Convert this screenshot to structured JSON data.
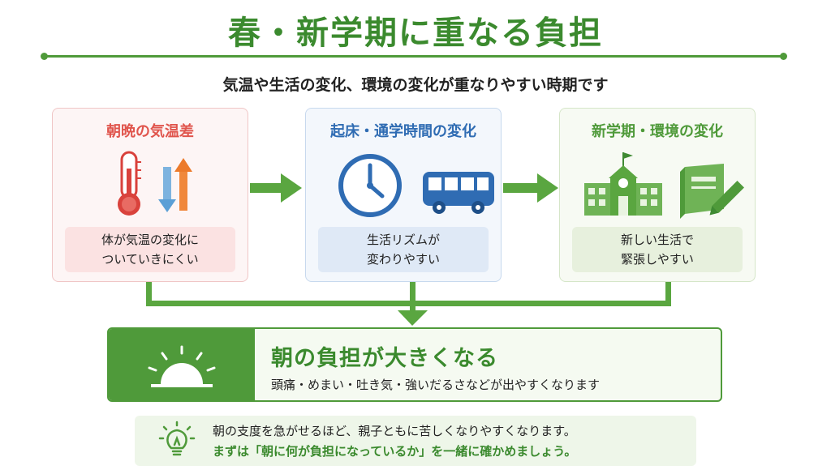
{
  "title": "春・新学期に重なる負担",
  "subtitle": "気温や生活の変化、環境の変化が重なりやすい時期です",
  "cards": [
    {
      "title": "朝晩の気温差",
      "desc_line1": "体が気温の変化に",
      "desc_line2": "ついていきにくい"
    },
    {
      "title": "起床・通学時間の変化",
      "desc_line1": "生活リズムが",
      "desc_line2": "変わりやすい"
    },
    {
      "title": "新学期・環境の変化",
      "desc_line1": "新しい生活で",
      "desc_line2": "緊張しやすい"
    }
  ],
  "result": {
    "title": "朝の負担が大きくなる",
    "desc": "頭痛・めまい・吐き気・強いだるさなどが出やすくなります"
  },
  "tip": {
    "line1": "朝の支度を急がせるほど、親子ともに苦しくなりやすくなります。",
    "line2": "まずは「朝に何が負担になっているか」を一緒に確かめましょう。"
  },
  "colors": {
    "green": "#4f9a3a",
    "red": "#e0554d",
    "blue": "#2f6cb3"
  },
  "icons": [
    "thermometer-icon",
    "temperature-arrows-icon",
    "clock-icon",
    "bus-icon",
    "school-icon",
    "notebook-pencil-icon",
    "sunrise-icon",
    "lightbulb-icon"
  ]
}
